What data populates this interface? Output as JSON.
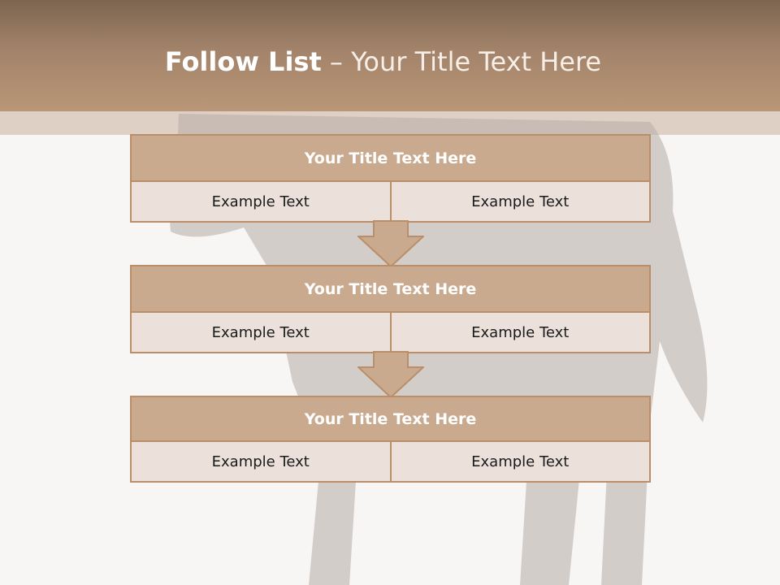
{
  "slide": {
    "title_bold": "Follow List",
    "title_rest": " – Your Title Text Here"
  },
  "blocks": [
    {
      "title": "Your Title Text Here",
      "left": "Example Text",
      "right": "Example Text"
    },
    {
      "title": "Your Title Text Here",
      "left": "Example Text",
      "right": "Example Text"
    },
    {
      "title": "Your Title Text Here",
      "left": "Example Text",
      "right": "Example Text"
    }
  ],
  "colors": {
    "header": "#a3836a",
    "box_title": "#c9aa8e",
    "box_cell": "#ebe1da",
    "border": "#b98e68"
  }
}
